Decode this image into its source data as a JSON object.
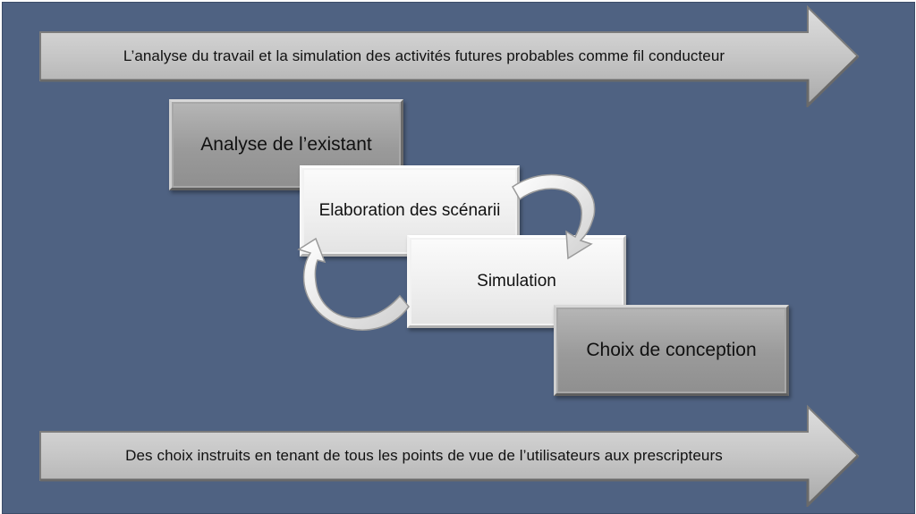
{
  "banners": {
    "top": "L’analyse du travail et la simulation des activités futures probables comme fil conducteur",
    "bottom": "Des choix instruits en tenant de tous les points de vue de l’utilisateurs aux prescripteurs"
  },
  "boxes": {
    "analyse": "Analyse de l’existant",
    "elaboration": "Elaboration des scénarii",
    "simulation": "Simulation",
    "choix": "Choix de conception"
  },
  "colors": {
    "background": "#4f6282",
    "arrow_fill": "#c4c4c4",
    "dark_box": "#9a9a9a",
    "light_box": "#eeeeee"
  }
}
